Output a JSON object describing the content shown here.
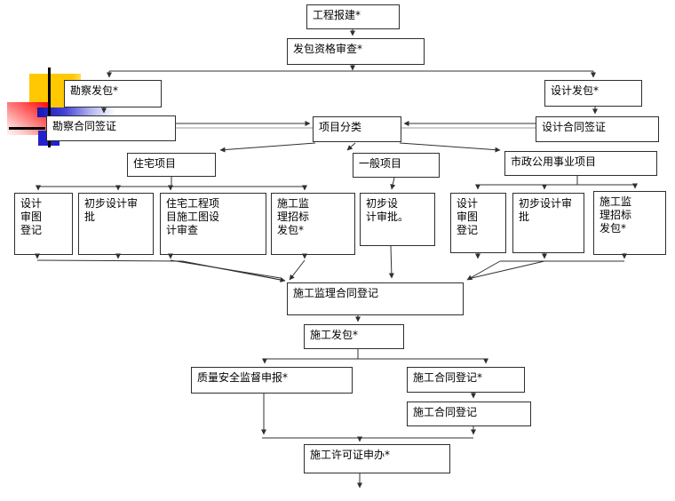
{
  "colors": {
    "line": "#303030",
    "double_line_gray": "#9a9a9a",
    "logo_yellow": "#ffc800",
    "logo_red": "#ff1414",
    "logo_blue": "#2222cc",
    "node_border": "#2e2e2e",
    "node_fill": "#ffffff"
  },
  "flow": {
    "project_registration": "工程报建*",
    "bid_qualification_review": "发包资格审查*",
    "survey_bidding": "勘察发包*",
    "survey_contract_visa": "勘察合同签证",
    "design_bidding": "设计发包*",
    "design_contract_visa": "设计合同签证",
    "project_classification": "项目分类",
    "residential_project": "住宅项目",
    "general_project": "一般项目",
    "municipal_project": "市政公用事业项目",
    "res_design_review_reg": "设计\n审图\n登记",
    "res_preliminary_design_approval": "初步设计审批",
    "res_construction_drawing_review": "住宅工程项\n目施工图设\n计审查",
    "res_supervision_bidding": "施工监\n理招标\n发包*",
    "gen_preliminary_design_approval": "初步设\n计审批。",
    "mun_design_review_reg": "设计\n审图\n登记",
    "mun_preliminary_design_approval": "初步设计审批",
    "mun_supervision_bidding": "施工监\n理招标\n发包*",
    "supervision_contract_reg": "施工监理合同登记",
    "construction_bidding": "施工发包*",
    "quality_safety_declaration": "质量安全监督申报*",
    "construction_contract_reg_a": "施工合同登记*",
    "construction_contract_reg_b": "施工合同登记",
    "construction_permit_application": "施工许可证申办*"
  }
}
